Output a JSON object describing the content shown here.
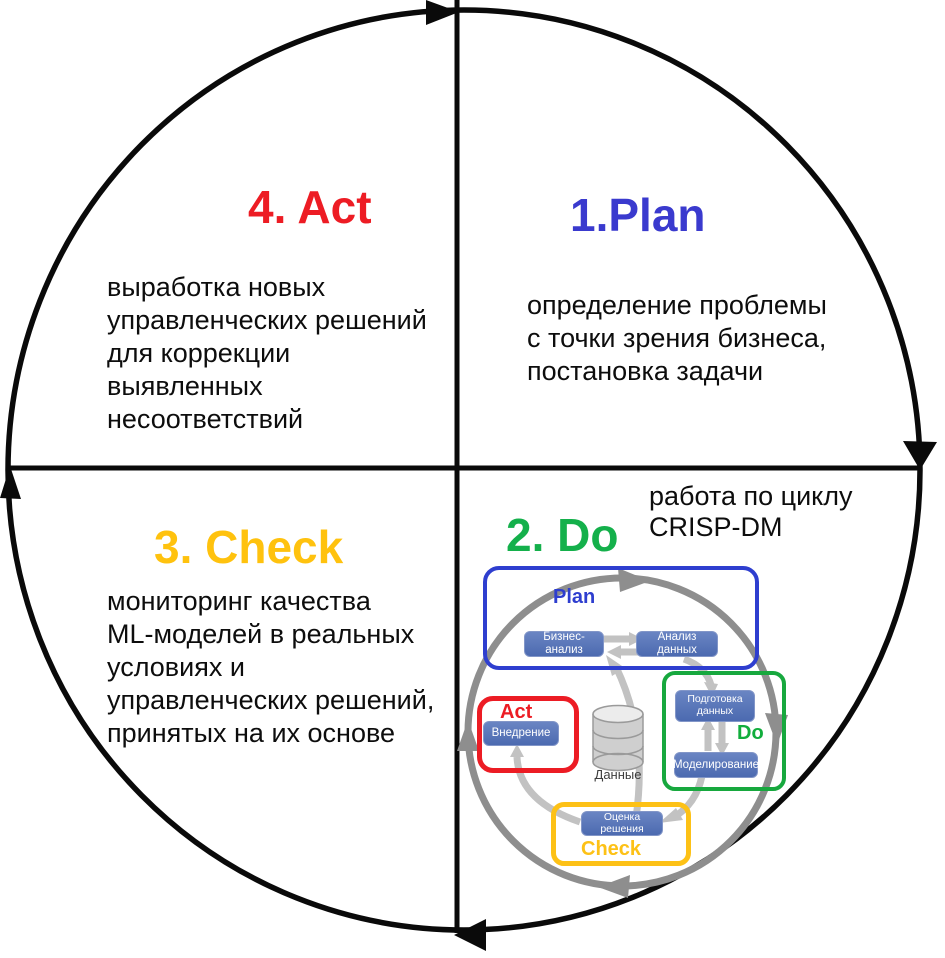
{
  "pdca": {
    "direction": "clockwise",
    "quadrants": [
      {
        "id": "act",
        "title": "4. Act",
        "color": "#ed1c24",
        "desc": "выработка новых\nуправленческих решений\nдля коррекции\nвыявленных\nнесоответствий"
      },
      {
        "id": "plan",
        "title": "1.Plan",
        "color": "#3a3ace",
        "desc": "определение проблемы\nс точки зрения бизнеса,\nпостановка задачи"
      },
      {
        "id": "check",
        "title": "3. Check",
        "color": "#ffc20e",
        "desc": "мониторинг качества\nML-моделей в реальных\nусловиях и\nуправленческих решений,\nпринятых на их основе"
      },
      {
        "id": "do",
        "title": "2. Do",
        "color": "#14b04b",
        "note": "работа по циклу\nCRISP-DM"
      }
    ]
  },
  "crispdm": {
    "groups": {
      "plan": {
        "label": "Plan",
        "color": "#2e3ecf"
      },
      "do": {
        "label": "Do",
        "color": "#11ad3c"
      },
      "act": {
        "label": "Act",
        "color": "#ec1c24"
      },
      "check": {
        "label": "Check",
        "color": "#fdc116"
      }
    },
    "nodes": {
      "business": "Бизнес-анализ",
      "analysis": "Анализ данных",
      "prep": "Подготовка\nданных",
      "modeling": "Моделирование",
      "deploy": "Внедрение",
      "eval": "Оценка решения",
      "data": "Данные"
    },
    "node_color": "#5272b4",
    "cycle_color": "#8e8e8e",
    "arrow_color": "#c2c2c2"
  }
}
